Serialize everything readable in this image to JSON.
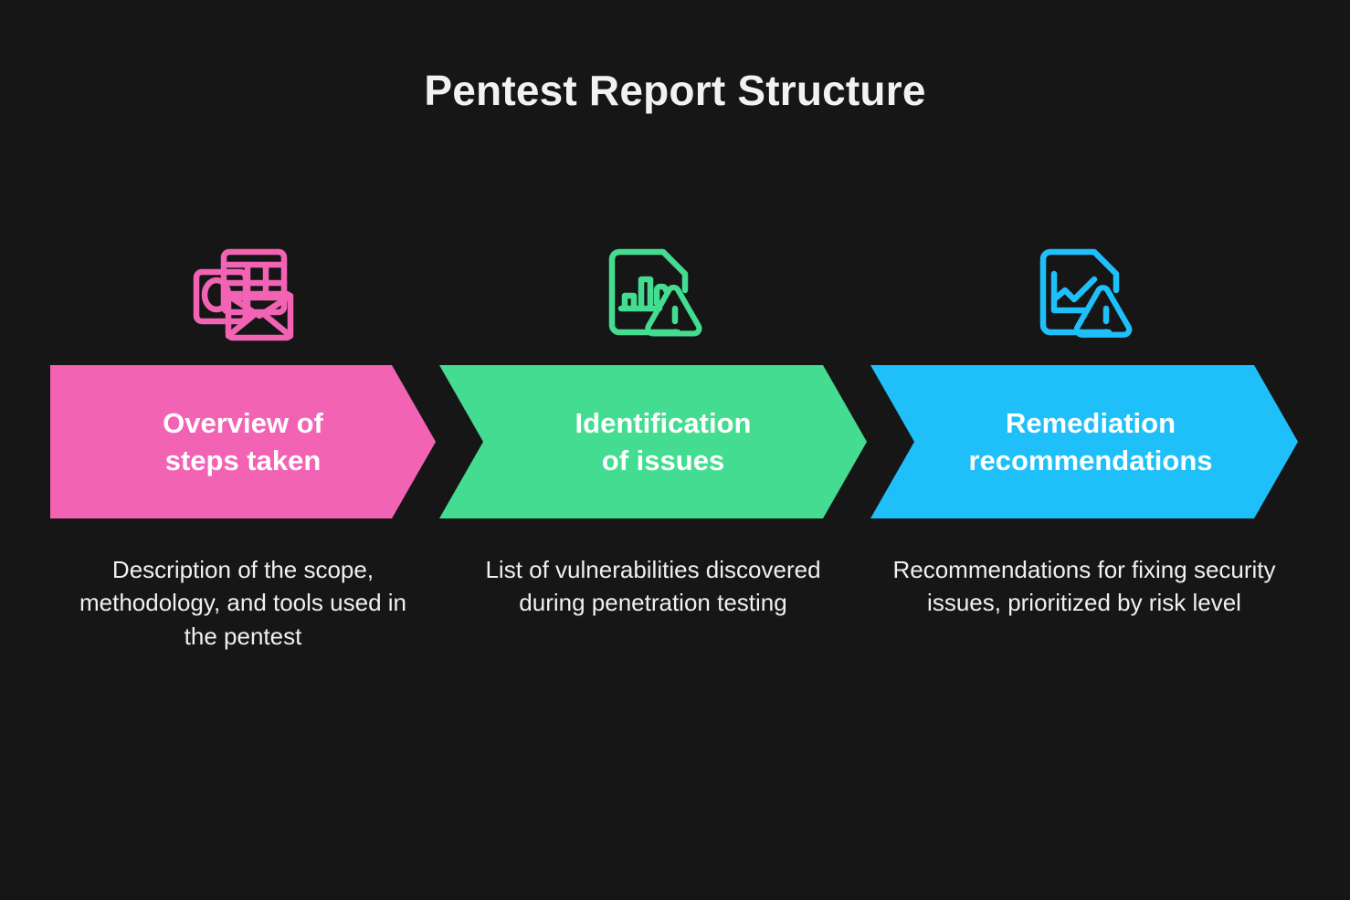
{
  "page": {
    "title": "Pentest Report Structure",
    "background_color": "#161616",
    "text_color": "#f0f0f0"
  },
  "stages": [
    {
      "id": "overview",
      "icon": "mail-table-outlook-icon",
      "accent_color": "#f263b4",
      "label_line1": "Overview of",
      "label_line2": "steps taken",
      "caption": "Description of the scope, methodology, and tools used in the pentest"
    },
    {
      "id": "identification",
      "icon": "document-bar-chart-warning-icon",
      "accent_color": "#44dc91",
      "label_line1": "Identification",
      "label_line2": "of issues",
      "caption": "List of vulnerabilities discovered during penetration testing"
    },
    {
      "id": "remediation",
      "icon": "document-line-chart-warning-icon",
      "accent_color": "#1fc0f9",
      "label_line1": "Remediation",
      "label_line2": "recommendations",
      "caption": "Recommendations for fixing security issues, prioritized by risk level"
    }
  ]
}
